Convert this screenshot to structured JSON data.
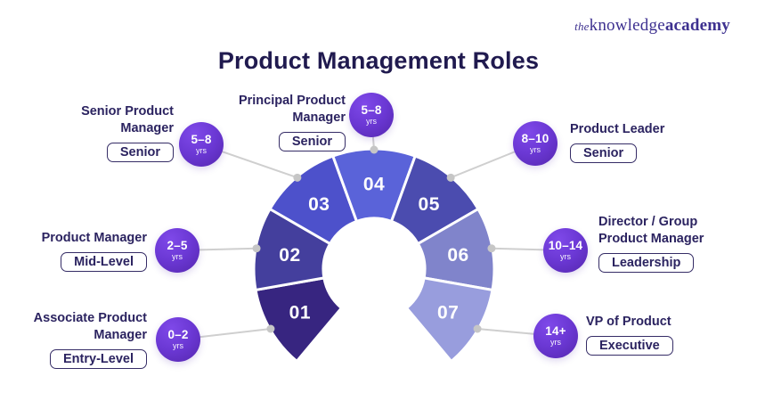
{
  "logo": {
    "the": "the",
    "knowledge": "knowledge",
    "academy": "academy"
  },
  "title": "Product Management Roles",
  "colors": {
    "title_text": "#201a4f",
    "label_text": "#2b2360",
    "badge_gradient_light": "#7f49e9",
    "badge_gradient_dark": "#5527ae",
    "connector_line": "#cfcfcf",
    "connector_dot": "#c6c6c6",
    "logo_text": "#3e3190"
  },
  "chart_data": {
    "type": "donut-gauge",
    "title": "Product Management Roles",
    "arc": {
      "start_deg": -50,
      "end_deg": 230,
      "per_segment_deg": 40,
      "opening": "bottom"
    },
    "segments": [
      {
        "number": "01",
        "role": "Associate Product Manager",
        "level": "Entry-Level",
        "years": "0–2 yrs",
        "color": "#372580"
      },
      {
        "number": "02",
        "role": "Product Manager",
        "level": "Mid-Level",
        "years": "2–5 yrs",
        "color": "#443f9d"
      },
      {
        "number": "03",
        "role": "Senior Product Manager",
        "level": "Senior",
        "years": "5–8 yrs",
        "color": "#4d51cb"
      },
      {
        "number": "04",
        "role": "Principal Product Manager",
        "level": "Senior",
        "years": "5–8 yrs",
        "color": "#5a63d9"
      },
      {
        "number": "05",
        "role": "Product Leader",
        "level": "Senior",
        "years": "8–10 yrs",
        "color": "#4b4caf"
      },
      {
        "number": "06",
        "role": "Director / Group Product Manager",
        "level": "Leadership",
        "years": "10–14 yrs",
        "color": "#8084cb"
      },
      {
        "number": "07",
        "role": "VP of Product",
        "level": "Executive",
        "years": "14+ yrs",
        "color": "#989ddd"
      }
    ]
  },
  "callouts": [
    {
      "lines": [
        "Associate Product",
        "Manager"
      ],
      "level": "Entry-Level",
      "years": "0–2",
      "unit": "yrs"
    },
    {
      "lines": [
        "Product Manager"
      ],
      "level": "Mid-Level",
      "years": "2–5",
      "unit": "yrs"
    },
    {
      "lines": [
        "Senior Product",
        "Manager"
      ],
      "level": "Senior",
      "years": "5–8",
      "unit": "yrs"
    },
    {
      "lines": [
        "Principal Product",
        "Manager"
      ],
      "level": "Senior",
      "years": "5–8",
      "unit": "yrs"
    },
    {
      "lines": [
        "Product Leader"
      ],
      "level": "Senior",
      "years": "8–10",
      "unit": "yrs"
    },
    {
      "lines": [
        "Director / Group",
        "Product Manager"
      ],
      "level": "Leadership",
      "years": "10–14",
      "unit": "yrs"
    },
    {
      "lines": [
        "VP of Product"
      ],
      "level": "Executive",
      "years": "14+",
      "unit": "yrs"
    }
  ]
}
